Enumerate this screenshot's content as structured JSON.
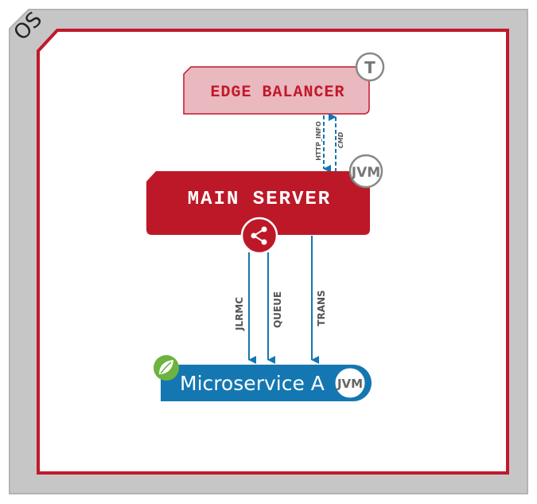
{
  "os": {
    "label": "OS"
  },
  "colors": {
    "os_frame": "#c6c6c6",
    "os_frame_edge": "#b3b3b3",
    "boundary": "#c0192b",
    "edge_fill": "#eab8bf",
    "edge_text": "#c0192b",
    "main_fill": "#bd1827",
    "main_text": "#ffffff",
    "arrow": "#1276b3",
    "micro_fill": "#1477b1",
    "badge_stroke": "#888888",
    "badge_text": "#777777",
    "spring_green": "#6db33f"
  },
  "nodes": {
    "edge_balancer": {
      "label": "EDGE BALANCER",
      "badge": "T"
    },
    "main_server": {
      "label": "MAIN SERVER",
      "badge": "JVM",
      "icon": "share-icon"
    },
    "microservice_a": {
      "label": "Microservice A",
      "badge": "JVM",
      "icon": "spring-leaf-icon"
    }
  },
  "edges": {
    "http_info": {
      "label": "HTTP_INFO",
      "style": "dashed",
      "direction": "down"
    },
    "cmd": {
      "label": "CMD",
      "style": "dashed",
      "direction": "up"
    },
    "jlrmc": {
      "label": "JLRMC",
      "style": "solid",
      "direction": "down"
    },
    "queue": {
      "label": "QUEUE",
      "style": "solid",
      "direction": "down"
    },
    "trans": {
      "label": "TRANS",
      "style": "solid",
      "direction": "down"
    }
  }
}
